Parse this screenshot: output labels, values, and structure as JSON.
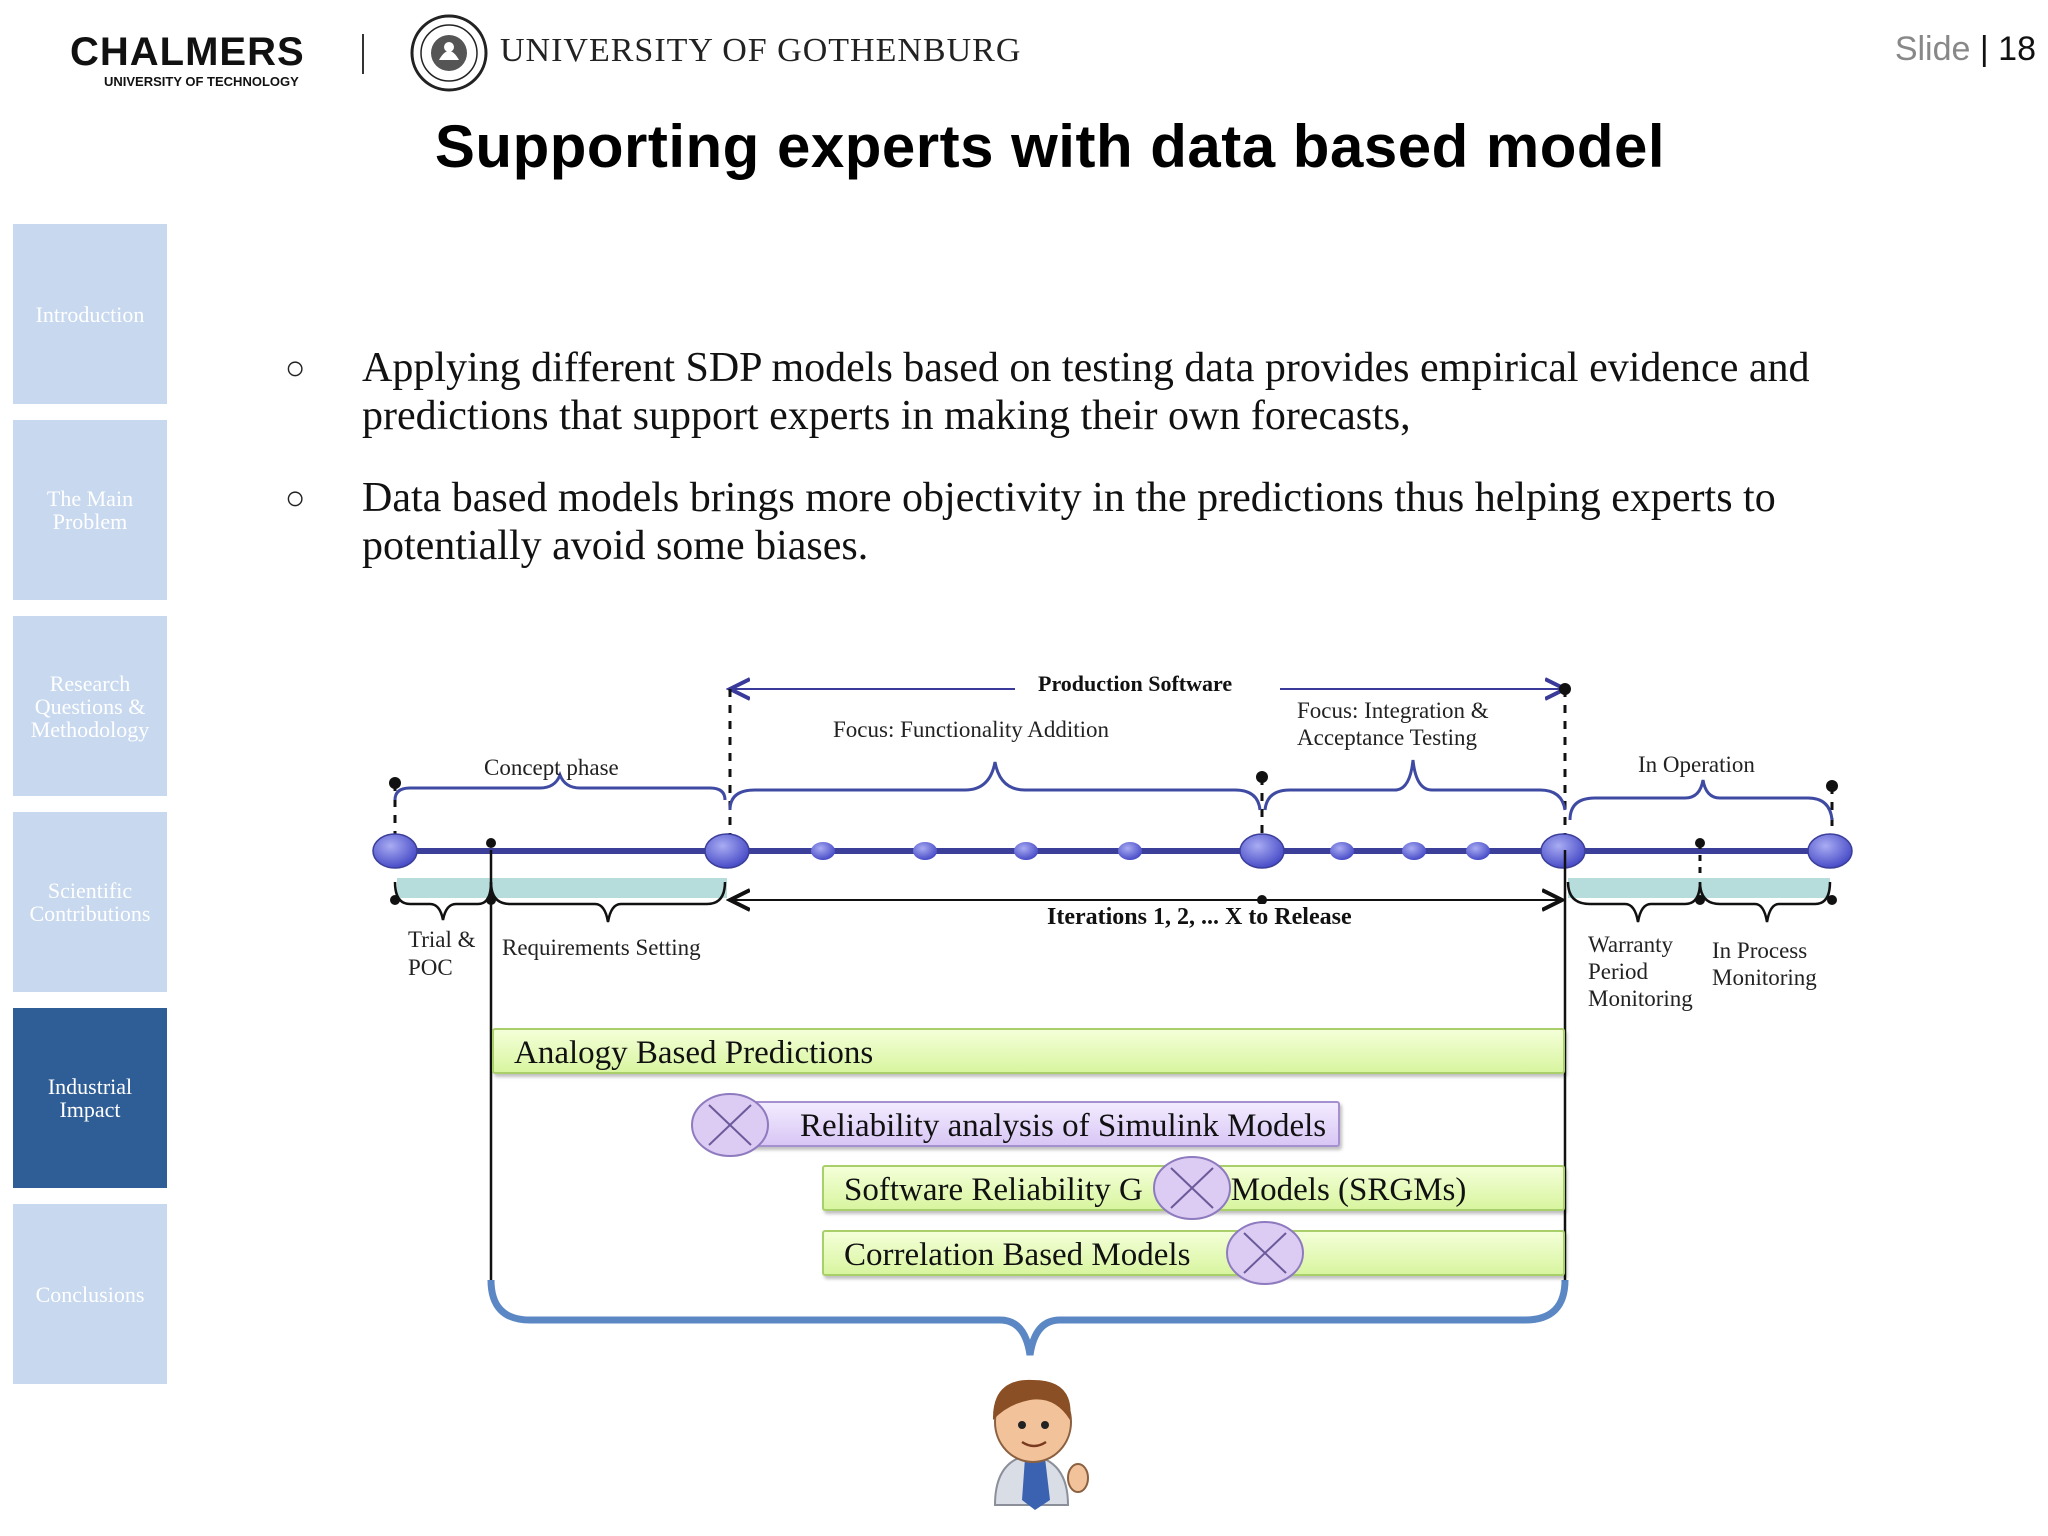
{
  "header": {
    "chalmers_name": "CHALMERS",
    "chalmers_subtitle": "UNIVERSITY OF TECHNOLOGY",
    "gu_name": "UNIVERSITY OF GOTHENBURG",
    "slide_label": "Slide",
    "slide_separator": "|",
    "slide_number": "18"
  },
  "title": "Supporting experts with data based model",
  "sidebar": {
    "items": [
      {
        "label": "Introduction",
        "active": false
      },
      {
        "label": "The Main Problem",
        "active": false
      },
      {
        "label": "Research Questions & Methodology",
        "active": false
      },
      {
        "label": "Scientific Contributions",
        "active": false
      },
      {
        "label": "Industrial Impact",
        "active": true
      },
      {
        "label": "Conclusions",
        "active": false
      }
    ]
  },
  "bullets": {
    "marker": "○",
    "items": [
      "Applying different SDP models based on testing data provides empirical evidence and predictions that support experts in making their own forecasts,",
      "Data based models brings more objectivity in the predictions thus helping experts to potentially avoid some biases."
    ]
  },
  "diagram": {
    "production_software": "Production Software",
    "focus_functionality": "Focus: Functionality Addition",
    "focus_integration_1": "Focus: Integration &",
    "focus_integration_2": "Acceptance Testing",
    "concept_phase": "Concept phase",
    "in_operation": "In Operation",
    "iterations": "Iterations 1, 2, ... X to Release",
    "trial_1": "Trial &",
    "trial_2": "POC",
    "requirements": "Requirements Setting",
    "warranty_1": "Warranty",
    "warranty_2": "Period",
    "warranty_3": "Monitoring",
    "inprocess_1": "In Process",
    "inprocess_2": "Monitoring",
    "bars": {
      "analogy": "Analogy Based Predictions",
      "reliability": "Reliability analysis of Simulink Models",
      "srgm_left": "Software Reliability G",
      "srgm_right": "Models (SRGMs)",
      "correlation": "Correlation Based Models"
    }
  },
  "colors": {
    "nav_inactive": "#c7d8ef",
    "nav_active": "#2f5d95",
    "timeline": "#3b3f9a",
    "node": "#5b5fd6",
    "bracket": "#3f4ba3",
    "expert_bracket": "#5b87c4"
  }
}
